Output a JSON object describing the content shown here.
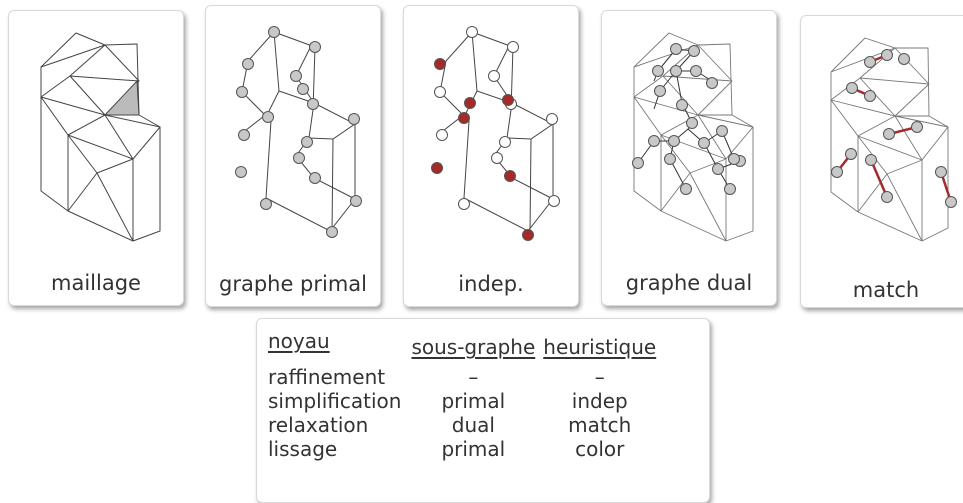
{
  "panels": [
    {
      "key": "maillage",
      "label": "maillage"
    },
    {
      "key": "primal",
      "label": "graphe primal"
    },
    {
      "key": "indep",
      "label": "indep."
    },
    {
      "key": "dual",
      "label": "graphe dual"
    },
    {
      "key": "match",
      "label": "match"
    }
  ],
  "colors": {
    "node_fill": "#c8c8c8",
    "selected_fill": "#a52a2a",
    "match_edge": "#a52a2a",
    "line": "#444444"
  },
  "table": {
    "headers": [
      "noyau",
      "sous-graphe",
      "heuristique"
    ],
    "rows": [
      [
        "raffinement",
        "–",
        "–"
      ],
      [
        "simplification",
        "primal",
        "indep"
      ],
      [
        "relaxation",
        "dual",
        "match"
      ],
      [
        "lissage",
        "primal",
        "color"
      ]
    ]
  }
}
